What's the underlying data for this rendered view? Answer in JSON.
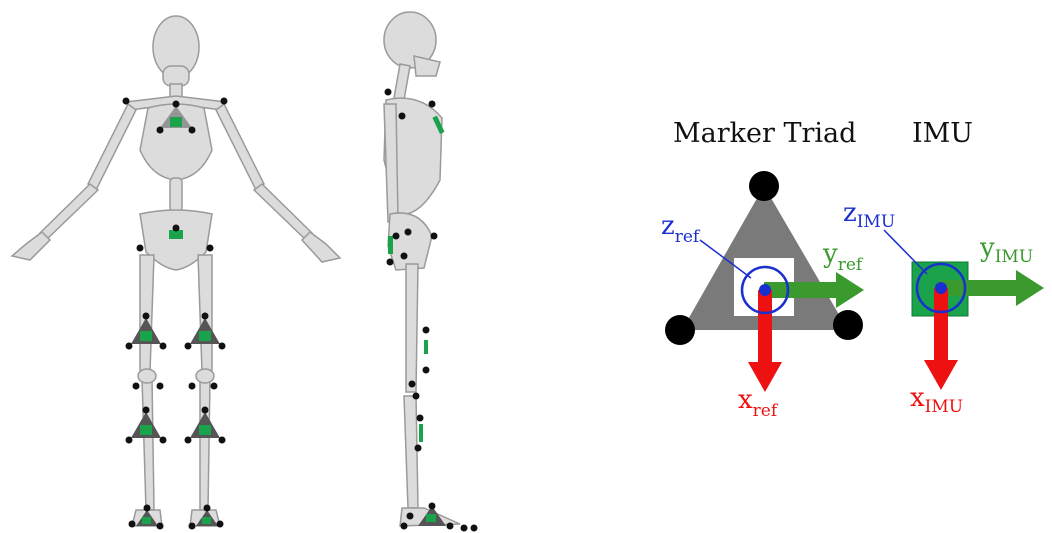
{
  "labels": {
    "marker_triad": "Marker Triad",
    "imu": "IMU"
  },
  "axes": {
    "triad": {
      "z": {
        "main": "z",
        "sub": "ref"
      },
      "y": {
        "main": "y",
        "sub": "ref"
      },
      "x": {
        "main": "x",
        "sub": "ref"
      }
    },
    "imu": {
      "z": {
        "main": "z",
        "sub": "IMU"
      },
      "y": {
        "main": "y",
        "sub": "IMU"
      },
      "x": {
        "main": "x",
        "sub": "IMU"
      }
    }
  },
  "colors": {
    "bone": "#d9d9d9",
    "bone_stroke": "#9a9a9a",
    "marker": "#111111",
    "sensor_green": "#1aa34a",
    "triad_gray": "#7a7a7a",
    "x_axis": "#ee1111",
    "y_axis": "#3a9a2e",
    "z_axis": "#1a2fd0"
  }
}
